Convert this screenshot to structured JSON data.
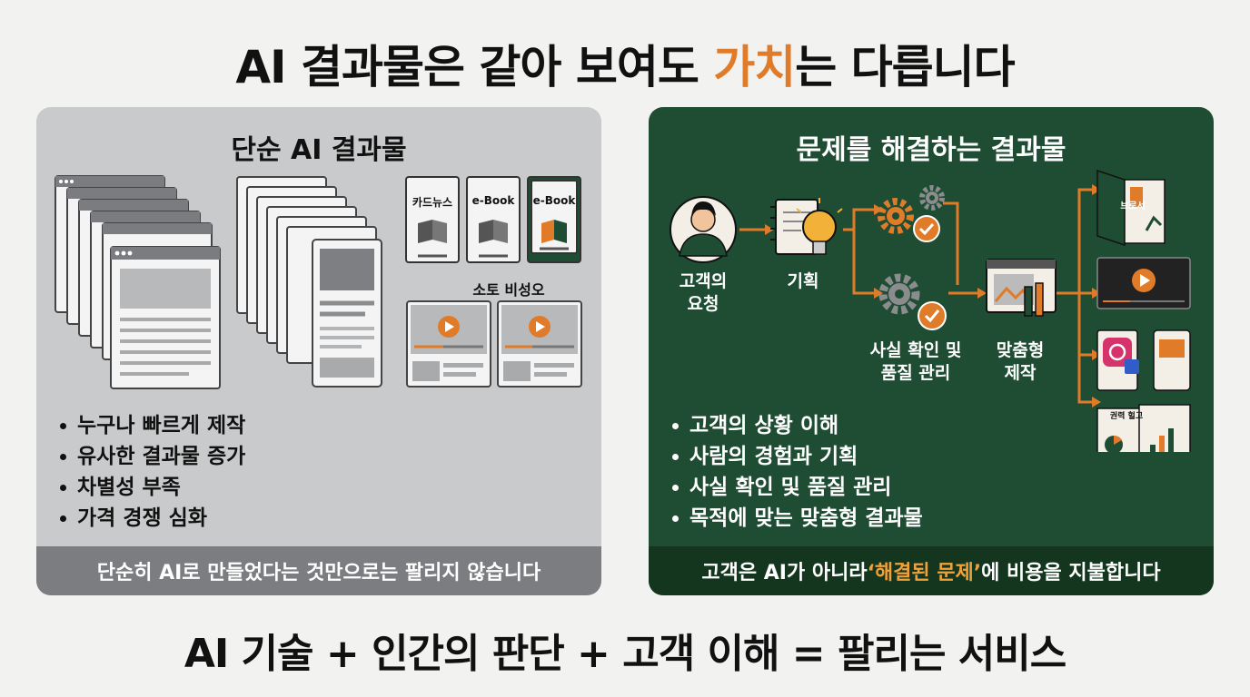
{
  "title": {
    "prefix": "AI 결과물은 같아 보여도 ",
    "highlight": "가치",
    "suffix": "는 다릅니다"
  },
  "left_panel": {
    "title": "단순 AI 결과물",
    "thumb_labels": [
      "카드뉴스",
      "e-Book",
      "e-Book"
    ],
    "video_label": "소토 비성오",
    "bullets": [
      "누구나 빠르게 제작",
      "유사한 결과물 증가",
      "차별성 부족",
      "가격 경쟁 심화"
    ],
    "footer": "단순히 AI로 만들었다는 것만으로는 팔리지 않습니다"
  },
  "right_panel": {
    "title": "문제를 해결하는 결과물",
    "steps": {
      "request": [
        "고객의",
        "요청"
      ],
      "plan": "기획",
      "check": [
        "사실 확인 및",
        "품질 관리"
      ],
      "make": [
        "맞춤형",
        "제작"
      ]
    },
    "output_labels": {
      "brochure": "브로서",
      "report": "권력 헐고"
    },
    "bullets": [
      "고객의 상황 이해",
      "사람의 경험과 기획",
      "사실 확인 및 품질 관리",
      "목적에 맞는 맞춤형 결과물"
    ],
    "footer": {
      "prefix": "고객은 AI가 아니라 ",
      "highlight": "‘해결된 문제’",
      "suffix": "에 비용을 지불합니다"
    }
  },
  "bottom_title": "AI 기술 + 인간의 판단 + 고객 이해 = 팔리는 서비스",
  "colors": {
    "accent_orange": "#e07b2a",
    "left_panel_bg": "#c9cacb",
    "right_panel_bg": "#1e4d33",
    "left_footer_bg": "#7b7d80",
    "right_footer_bg": "#14361f"
  }
}
